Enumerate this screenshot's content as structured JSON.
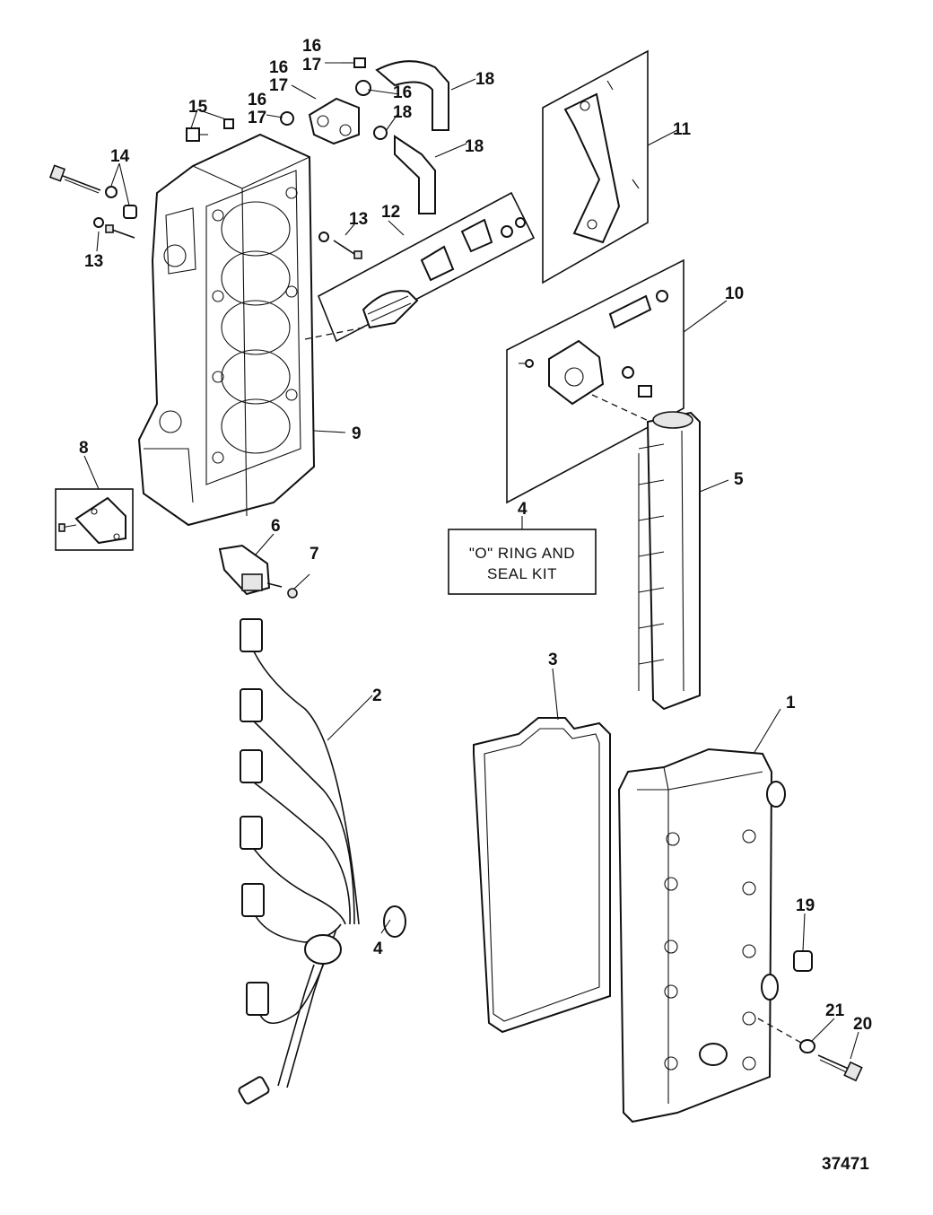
{
  "callouts": {
    "c1": "1",
    "c2": "2",
    "c3": "3",
    "c4_box": "4",
    "c4_cap": "4",
    "c5": "5",
    "c6": "6",
    "c7": "7",
    "c8": "8",
    "c9": "9",
    "c10": "10",
    "c11": "11",
    "c12": "12",
    "c13_a": "13",
    "c13_b": "13",
    "c14": "14",
    "c15": "15",
    "c16_a": "16",
    "c17_a": "17",
    "c16_b": "16",
    "c17_b": "17",
    "c16_c": "16",
    "c17_c": "17",
    "c16_d": "16",
    "c18_a": "18",
    "c18_b": "18",
    "c18_c": "18",
    "c19": "19",
    "c20": "20",
    "c21": "21"
  },
  "kit_box": {
    "line1": "\"O\" RING AND",
    "line2": "SEAL KIT"
  },
  "figure_number": "37471"
}
